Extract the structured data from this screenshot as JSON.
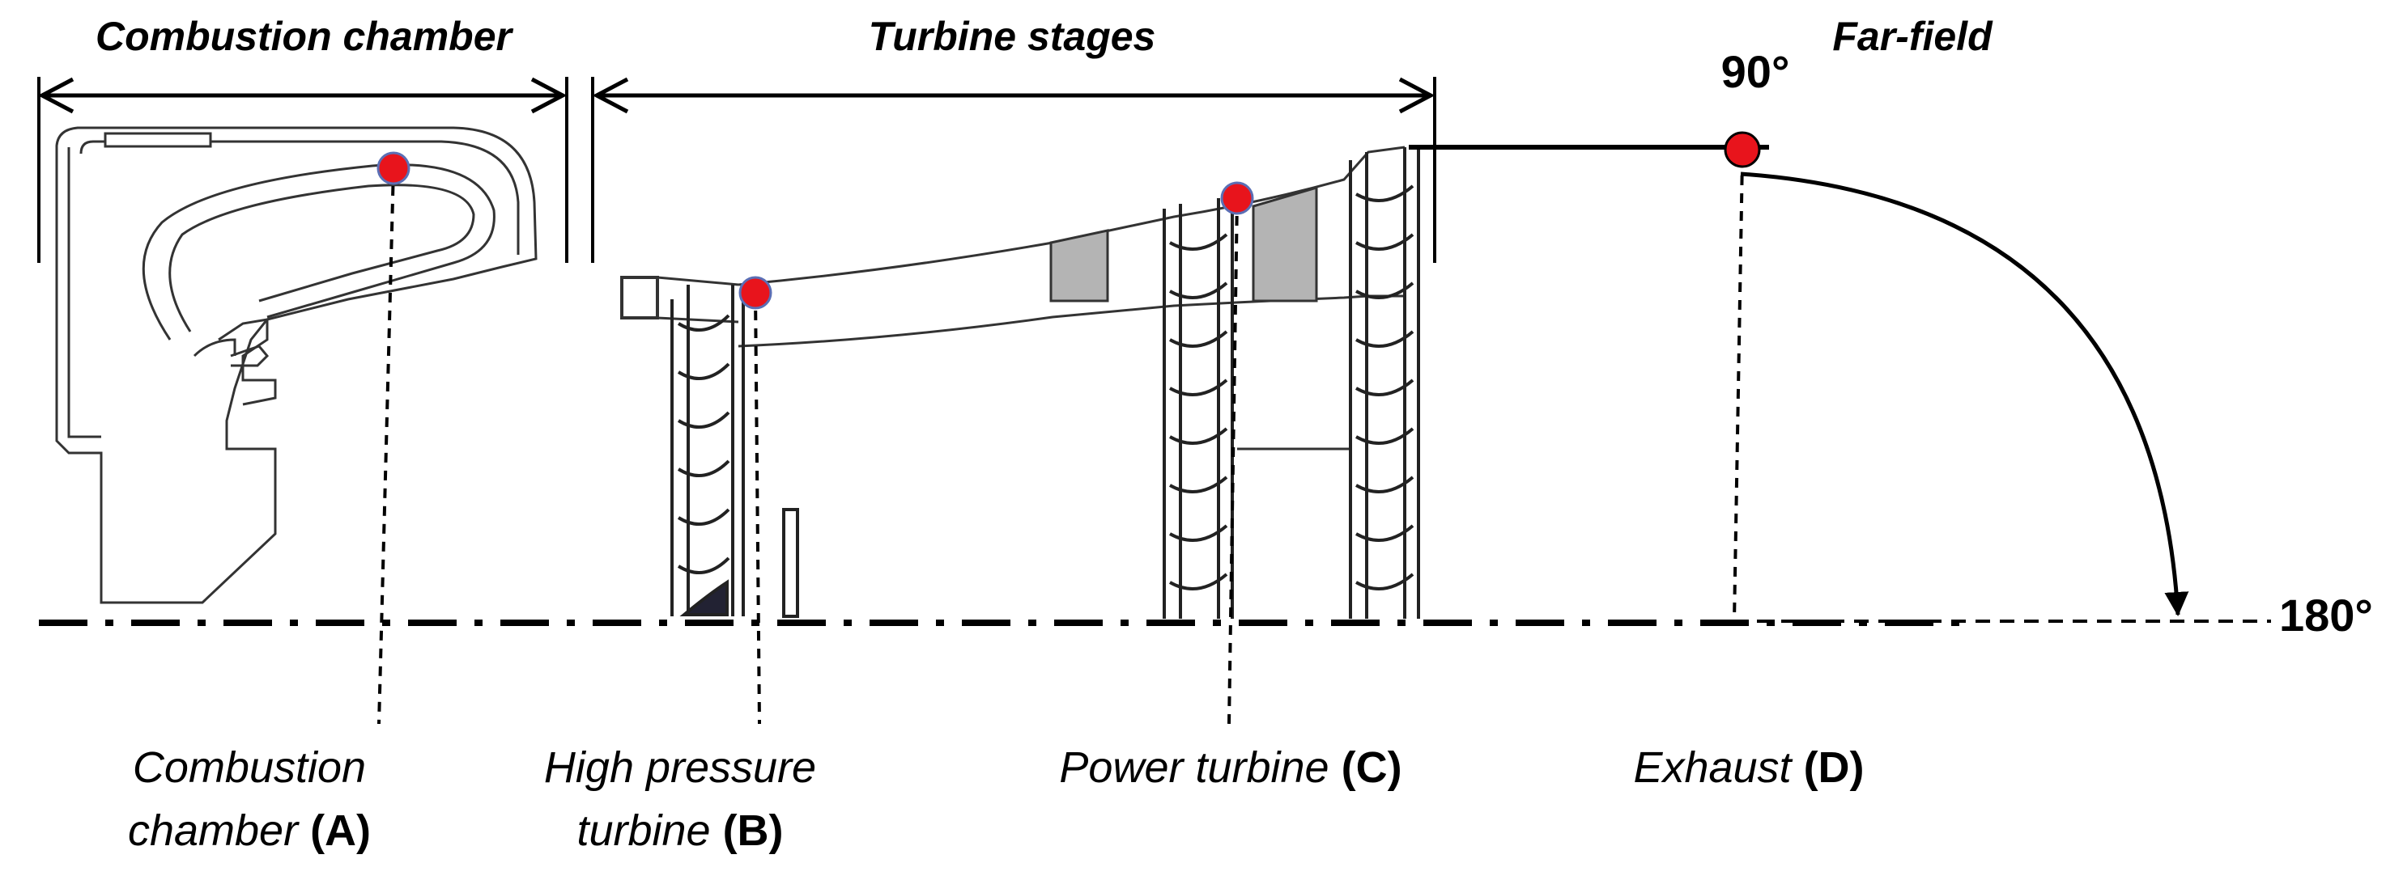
{
  "sections": {
    "combustion": "Combustion chamber",
    "turbine": "Turbine stages",
    "farfield": "Far-field"
  },
  "angles": {
    "top": "90°",
    "axis": "180°"
  },
  "points": {
    "a": {
      "line1": "Combustion",
      "line2_text": "chamber",
      "letter": "(A)"
    },
    "b": {
      "line1": "High pressure",
      "line2_text": "turbine",
      "letter": "(B)"
    },
    "c": {
      "text": "Power turbine",
      "letter": "(C)"
    },
    "d": {
      "text": "Exhaust",
      "letter": "(D)"
    }
  },
  "colors": {
    "marker": "#e8141c",
    "marker_edge": "#5b6fb5",
    "line": "#000000",
    "vane": "#b4b4b4"
  }
}
